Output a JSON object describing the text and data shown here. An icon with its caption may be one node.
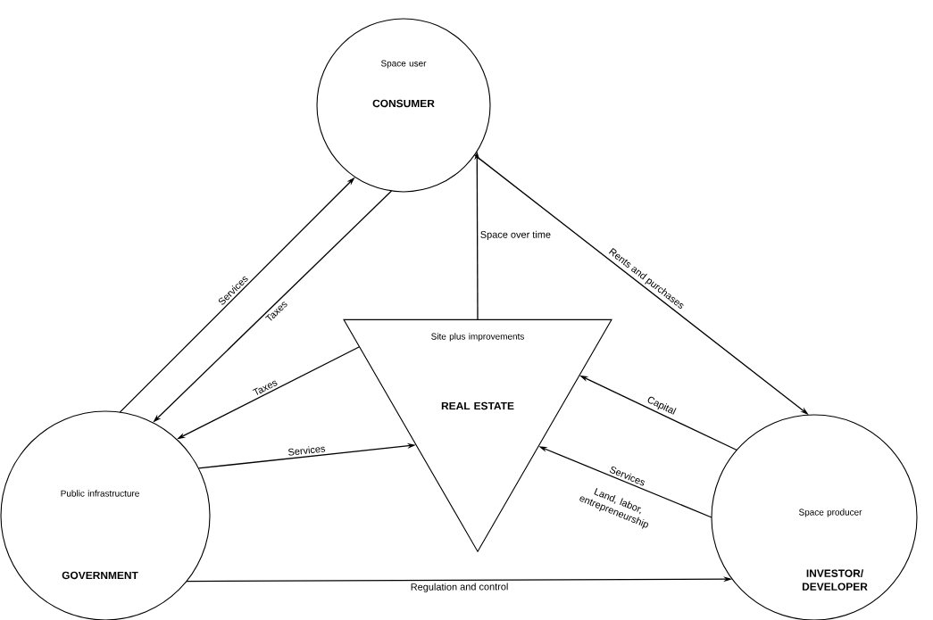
{
  "diagram": {
    "nodes": [
      {
        "text": [
          "Space user",
          "CONSUMER"
        ]
      },
      {
        "text": [
          "Site plus improvements",
          "REAL ESTATE"
        ]
      },
      {
        "text": [
          "Public infrastructure",
          "GOVERNMENT"
        ]
      },
      {
        "text": [
          "Space producer",
          "INVESTOR/ DEVELOPER"
        ]
      }
    ],
    "edges": [
      {
        "from": 2,
        "to": 0,
        "arrow": "to",
        "label": "Services"
      },
      {
        "from": 0,
        "to": 2,
        "arrow": "to",
        "label": "Taxes"
      },
      {
        "from": 1,
        "to": 0,
        "arrow": "to",
        "label": "Space over time"
      },
      {
        "from": 0,
        "to": 3,
        "arrow": "to",
        "label": "Rents and purchases"
      },
      {
        "from": 1,
        "to": 2,
        "arrow": "to",
        "label": "Taxes"
      },
      {
        "from": 2,
        "to": 1,
        "arrow": "to",
        "label": "Services"
      },
      {
        "from": 3,
        "to": 1,
        "arrow": "to",
        "label": "Capital"
      },
      {
        "from": 3,
        "to": 1,
        "arrow": "to",
        "label": "Services"
      },
      {
        "from": 2,
        "to": 3,
        "arrow": "to",
        "label": "Regulation and control"
      }
    ],
    "labels": [
      "Land, labor, entrepreneurship"
    ]
  }
}
